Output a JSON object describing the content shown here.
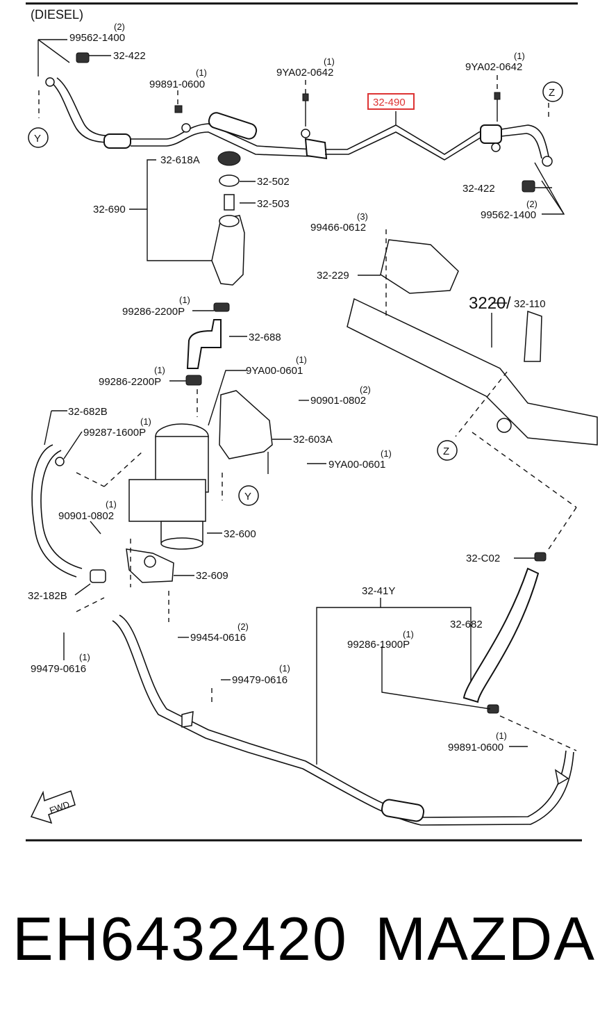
{
  "header": {
    "variant": "(DIESEL)"
  },
  "callouts": {
    "y_marker": "Y",
    "z_marker": "Z",
    "ref_3220": "3220",
    "ref_slash": "/",
    "fwd": "FWD"
  },
  "labels": {
    "p99562_1400_a_qty": "(2)",
    "p99562_1400_a": "99562-1400",
    "p32_422_a": "32-422",
    "p99891_0600_a_qty": "(1)",
    "p99891_0600_a": "99891-0600",
    "p9ya02_0642_a_qty": "(1)",
    "p9ya02_0642_a": "9YA02-0642",
    "p32_490": "32-490",
    "p9ya02_0642_b_qty": "(1)",
    "p9ya02_0642_b": "9YA02-0642",
    "p32_618a": "32-618A",
    "p32_502": "32-502",
    "p32_503": "32-503",
    "p32_690": "32-690",
    "p32_422_b": "32-422",
    "p99562_1400_b_qty": "(2)",
    "p99562_1400_b": "99562-1400",
    "p99466_0612_qty": "(3)",
    "p99466_0612": "99466-0612",
    "p32_229": "32-229",
    "p32_110": "32-110",
    "p99286_2200p_a_qty": "(1)",
    "p99286_2200p_a": "99286-2200P",
    "p32_688": "32-688",
    "p9ya00_0601_a_qty": "(1)",
    "p9ya00_0601_a": "9YA00-0601",
    "p99286_2200p_b_qty": "(1)",
    "p99286_2200p_b": "99286-2200P",
    "p90901_0802_a_qty": "(2)",
    "p90901_0802_a": "90901-0802",
    "p32_682b": "32-682B",
    "p99287_1600p_qty": "(1)",
    "p99287_1600p": "99287-1600P",
    "p32_603a": "32-603A",
    "p9ya00_0601_b_qty": "(1)",
    "p9ya00_0601_b": "9YA00-0601",
    "p90901_0802_b_qty": "(1)",
    "p90901_0802_b": "90901-0802",
    "p32_600": "32-600",
    "p32_c02": "32-C02",
    "p32_609": "32-609",
    "p32_182b": "32-182B",
    "p32_41y": "32-41Y",
    "p32_682": "32-682",
    "p99286_1900p_qty": "(1)",
    "p99286_1900p": "99286-1900P",
    "p99454_0616_qty": "(2)",
    "p99454_0616": "99454-0616",
    "p99479_0616_a_qty": "(1)",
    "p99479_0616_a": "99479-0616",
    "p99479_0616_b_qty": "(1)",
    "p99479_0616_b": "99479-0616",
    "p99891_0600_b_qty": "(1)",
    "p99891_0600_b": "99891-0600"
  },
  "footer": {
    "part_number": "EH6432420",
    "brand": "MAZDA"
  },
  "colors": {
    "highlight": "#d33333",
    "ink": "#111111",
    "background": "#ffffff"
  }
}
